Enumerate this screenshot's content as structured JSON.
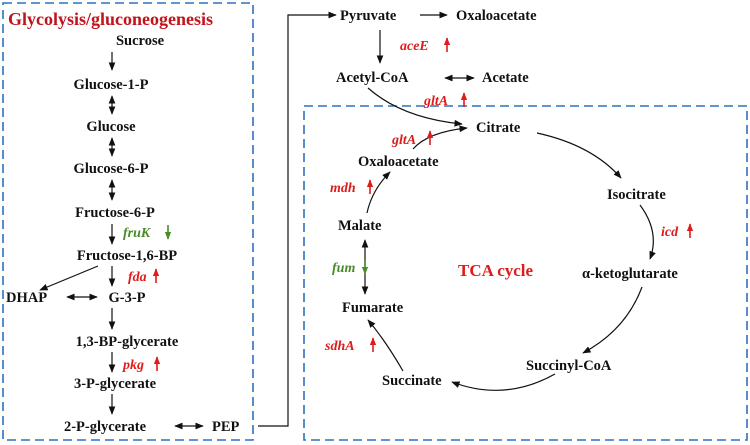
{
  "glycolysis": {
    "title": "Glycolysis/gluconeogenesis",
    "sucrose": "Sucrose",
    "glucose1p": "Glucose-1-P",
    "glucose": "Glucose",
    "glucose6p": "Glucose-6-P",
    "fructose6p": "Fructose-6-P",
    "fructose16bp": "Fructose-1,6-BP",
    "dhap": "DHAP",
    "g3p": "G-3-P",
    "bpg13": "1,3-BP-glycerate",
    "pg3": "3-P-glycerate",
    "pg2": "2-P-glycerate",
    "pep": "PEP"
  },
  "top": {
    "pyruvate": "Pyruvate",
    "oxaloacetate": "Oxaloacetate",
    "acetylcoa": "Acetyl-CoA",
    "acetate": "Acetate"
  },
  "tca": {
    "label": "TCA cycle",
    "citrate": "Citrate",
    "isocitrate": "Isocitrate",
    "akg": "α-ketoglutarate",
    "succinylcoa": "Succinyl-CoA",
    "succinate": "Succinate",
    "fumarate": "Fumarate",
    "malate": "Malate",
    "oxaloacetate": "Oxaloacetate"
  },
  "genes": {
    "fruK": "fruK",
    "fda": "fda",
    "pkg": "pkg",
    "aceE": "aceE",
    "gltA_top": "gltA",
    "gltA_cycle": "gltA",
    "mdh": "mdh",
    "fum": "fum",
    "sdhA": "sdhA",
    "icd": "icd"
  },
  "colors": {
    "up_regulated": "#e01b1b",
    "down_regulated": "#4a8a2a",
    "box_border": "#2a72c0",
    "title": "#c0141c"
  }
}
